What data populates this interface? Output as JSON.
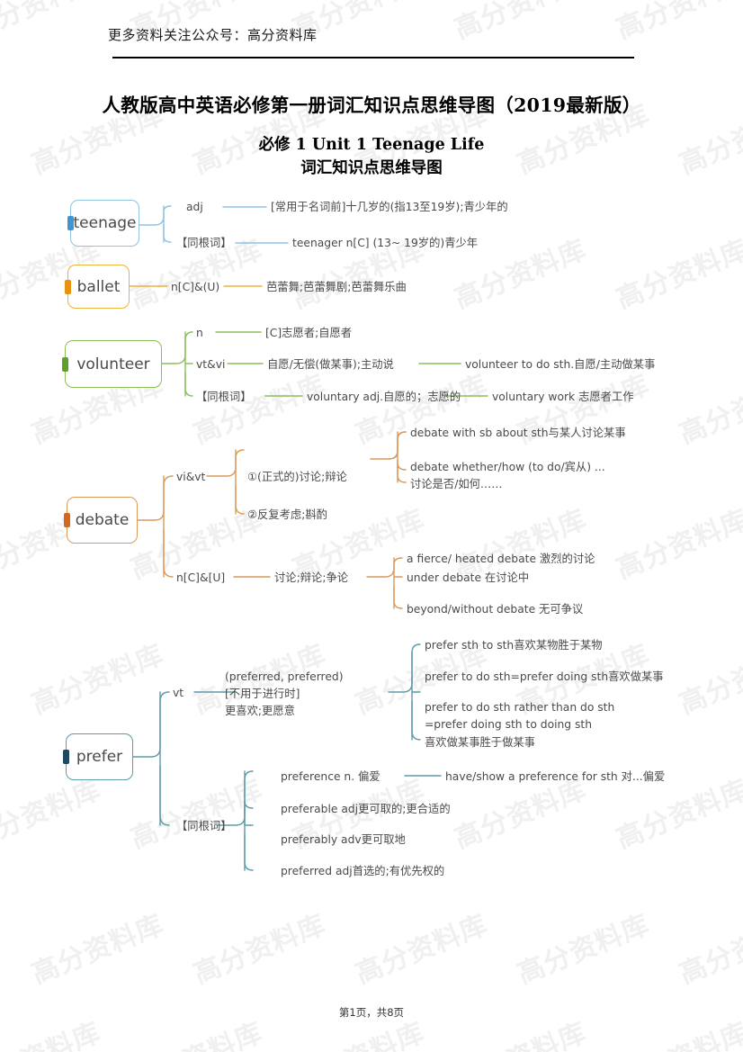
{
  "watermark": {
    "text": "高分资料库"
  },
  "header": {
    "notice": "更多资料关注公众号：高分资料库"
  },
  "titles": {
    "doc_title": "人教版高中英语必修第一册词汇知识点思维导图（2019最新版）",
    "sub_title_1": "必修 1 Unit 1 Teenage Life",
    "sub_title_2": "词汇知识点思维导图"
  },
  "footer": {
    "page_info": "第1页，共8页"
  },
  "colors": {
    "teenage": "#8fc3e0",
    "teenage_accent": "#3f96d2",
    "ballet": "#e8b33c",
    "ballet_accent": "#e8930f",
    "volunteer": "#8cbe5a",
    "volunteer_accent": "#5ea02a",
    "debate": "#d99a5c",
    "debate_accent": "#d2691e",
    "prefer": "#5e9aa8",
    "prefer_accent": "#1f4a63",
    "text": "#4a4a4a"
  },
  "mindmap": {
    "branches": [
      {
        "root": "teenage",
        "nodes": [
          {
            "id": "teenage-pos",
            "text": "adj"
          },
          {
            "id": "teenage-def",
            "text": "[常用于名词前]十几岁的(指13至19岁);青少年的"
          },
          {
            "id": "teenage-cognate-label",
            "text": "【同根词】"
          },
          {
            "id": "teenage-cognate-text",
            "text": "teenager n[C] (13~ 19岁的)青少年"
          }
        ]
      },
      {
        "root": "ballet",
        "nodes": [
          {
            "id": "ballet-pos",
            "text": "n[C]&(U)"
          },
          {
            "id": "ballet-def",
            "text": "芭蕾舞;芭蕾舞剧;芭蕾舞乐曲"
          }
        ]
      },
      {
        "root": "volunteer",
        "nodes": [
          {
            "id": "volunteer-pos-n",
            "text": "n"
          },
          {
            "id": "volunteer-def-n",
            "text": "[C]志愿者;自愿者"
          },
          {
            "id": "volunteer-pos-v",
            "text": "vt&vi"
          },
          {
            "id": "volunteer-def-v",
            "text": "自愿/无偿(做某事);主动说"
          },
          {
            "id": "volunteer-phrase-v",
            "text": "volunteer to do sth.自愿/主动做某事"
          },
          {
            "id": "volunteer-cognate-label",
            "text": "【同根词】"
          },
          {
            "id": "volunteer-cognate-text",
            "text": "voluntary adj.自愿的；志愿的"
          },
          {
            "id": "volunteer-cognate-phrase",
            "text": "voluntary work 志愿者工作"
          }
        ]
      },
      {
        "root": "debate",
        "nodes": [
          {
            "id": "debate-pos-v",
            "text": "vi&vt"
          },
          {
            "id": "debate-def-v1",
            "text": "①(正式的)讨论;辩论"
          },
          {
            "id": "debate-def-v2",
            "text": "②反复考虑;斟酌"
          },
          {
            "id": "debate-phrase-1",
            "text": "debate with sb about sth与某人讨论某事"
          },
          {
            "id": "debate-phrase-2a",
            "text": "debate whether/how (to do/宾从) ..."
          },
          {
            "id": "debate-phrase-2b",
            "text": "讨论是否/如何……"
          },
          {
            "id": "debate-pos-n",
            "text": "n[C]&[U]"
          },
          {
            "id": "debate-def-n",
            "text": "讨论;辩论;争论"
          },
          {
            "id": "debate-phrase-3",
            "text": "a fierce/ heated debate 激烈的讨论"
          },
          {
            "id": "debate-phrase-4",
            "text": "under debate 在讨论中"
          },
          {
            "id": "debate-phrase-5",
            "text": "beyond/without debate 无可争议"
          }
        ]
      },
      {
        "root": "prefer",
        "nodes": [
          {
            "id": "prefer-pos",
            "text": "vt"
          },
          {
            "id": "prefer-def-1",
            "text": "(preferred, preferred)"
          },
          {
            "id": "prefer-def-2",
            "text": "[不用于进行时]"
          },
          {
            "id": "prefer-def-3",
            "text": "更喜欢;更愿意"
          },
          {
            "id": "prefer-phrase-1",
            "text": "prefer sth to sth喜欢某物胜于某物"
          },
          {
            "id": "prefer-phrase-2",
            "text": "prefer to do sth=prefer doing sth喜欢做某事"
          },
          {
            "id": "prefer-phrase-3a",
            "text": "prefer to do sth rather than do sth"
          },
          {
            "id": "prefer-phrase-3b",
            "text": "=prefer doing sth to doing sth"
          },
          {
            "id": "prefer-phrase-3c",
            "text": "喜欢做某事胜于做某事"
          },
          {
            "id": "prefer-cognate-label",
            "text": "【同根词】"
          },
          {
            "id": "prefer-cognate-1",
            "text": "preference n. 偏爱"
          },
          {
            "id": "prefer-cognate-1-phrase",
            "text": "have/show a preference for sth 对...偏爱"
          },
          {
            "id": "prefer-cognate-2",
            "text": "preferable adj更可取的;更合适的"
          },
          {
            "id": "prefer-cognate-3",
            "text": "preferably adv更可取地"
          },
          {
            "id": "prefer-cognate-4",
            "text": "preferred adj首选的;有优先权的"
          }
        ]
      }
    ],
    "roots": [
      {
        "id": "root-teenage",
        "label": "teenage"
      },
      {
        "id": "root-ballet",
        "label": "ballet"
      },
      {
        "id": "root-volunteer",
        "label": "volunteer"
      },
      {
        "id": "root-debate",
        "label": "debate"
      },
      {
        "id": "root-prefer",
        "label": "prefer"
      }
    ]
  }
}
